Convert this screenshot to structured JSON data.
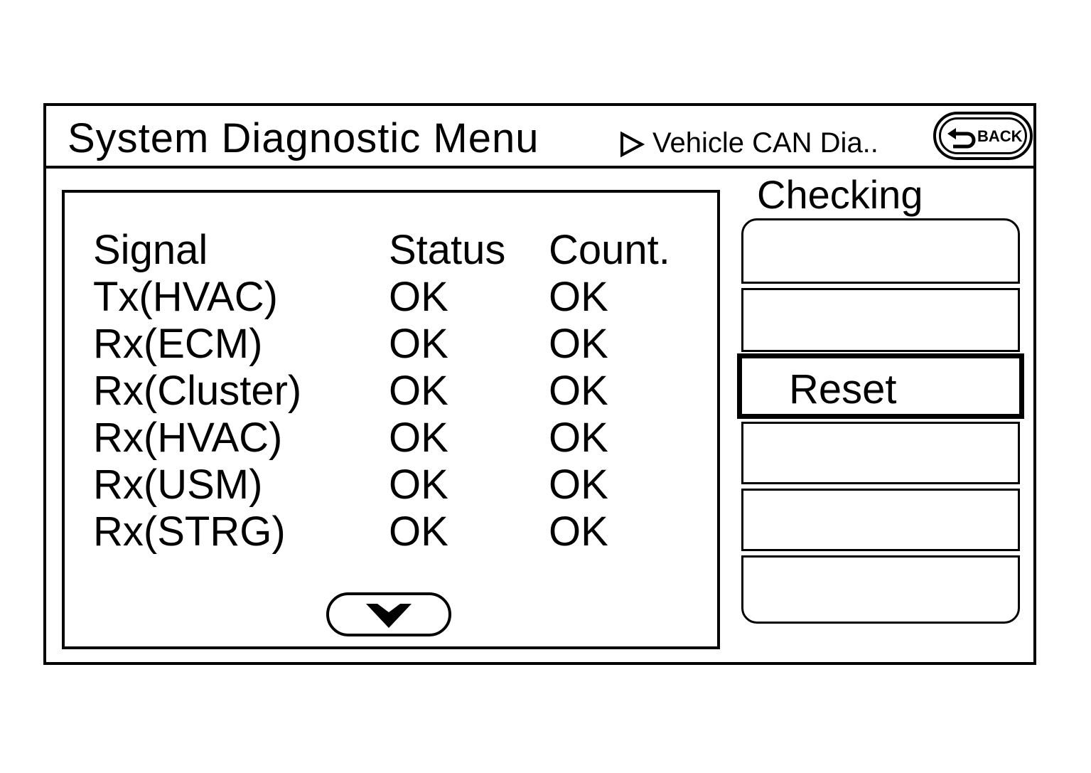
{
  "header": {
    "title": "System Diagnostic Menu",
    "breadcrumb": "Vehicle CAN Dia..",
    "back_label": "BACK"
  },
  "panel": {
    "columns": [
      "Signal",
      "Status",
      "Count."
    ],
    "rows": [
      [
        "Tx(HVAC)",
        "OK",
        "OK"
      ],
      [
        "Rx(ECM)",
        "OK",
        "OK"
      ],
      [
        "Rx(Cluster)",
        "OK",
        "OK"
      ],
      [
        "Rx(HVAC)",
        "OK",
        "OK"
      ],
      [
        "Rx(USM)",
        "OK",
        "OK"
      ],
      [
        "Rx(STRG)",
        "OK",
        "OK"
      ]
    ]
  },
  "side": {
    "title": "Checking",
    "slots": [
      "",
      "",
      "Reset",
      "",
      "",
      ""
    ],
    "selected_index": 2
  },
  "icons": {
    "breadcrumb_separator": "play-triangle-icon",
    "back": "return-arrow-icon",
    "scroll": "chevron-down-icon"
  }
}
